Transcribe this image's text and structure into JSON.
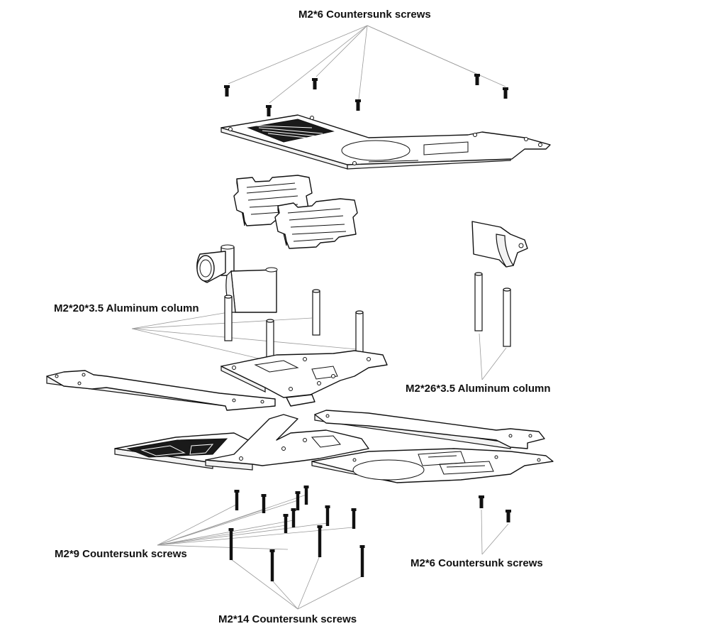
{
  "labels": {
    "top_screws": "M2*6 Countersunk screws",
    "alu_20": "M2*20*3.5 Aluminum column",
    "alu_26": "M2*26*3.5 Aluminum column",
    "m9_screws": "M2*9 Countersunk screws",
    "m6_bottom_screws": "M2*6 Countersunk screws",
    "m14_screws": "M2*14 Countersunk screws"
  },
  "colors": {
    "line": "#111111",
    "leader": "#9a9a9a",
    "background": "#ffffff"
  }
}
